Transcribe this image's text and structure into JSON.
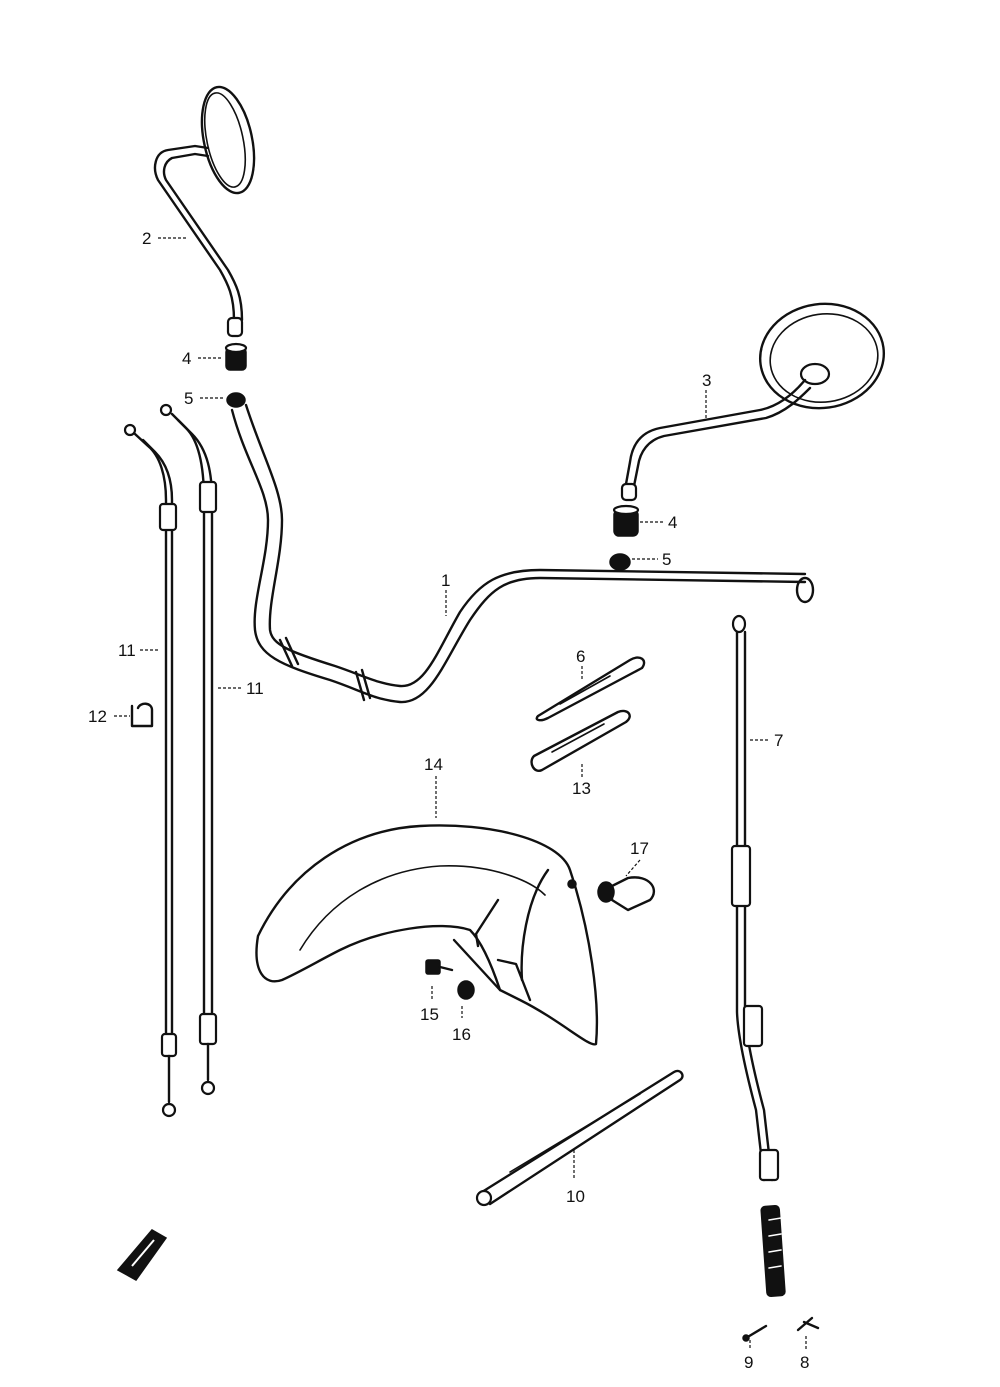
{
  "callouts": {
    "c1": "1",
    "c2": "2",
    "c3": "3",
    "c4a": "4",
    "c4b": "4",
    "c5a": "5",
    "c5b": "5",
    "c6": "6",
    "c7": "7",
    "c8": "8",
    "c9": "9",
    "c10": "10",
    "c11a": "11",
    "c11b": "11",
    "c12": "12",
    "c13": "13",
    "c14": "14",
    "c15": "15",
    "c16": "16",
    "c17": "17"
  },
  "icons": {
    "front_arrow": "front-direction-arrow-icon"
  }
}
